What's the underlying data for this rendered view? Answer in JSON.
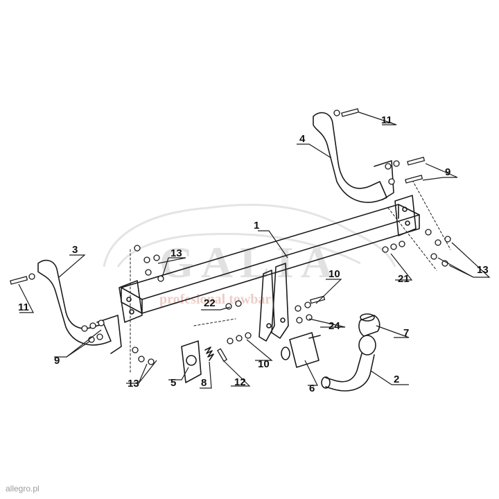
{
  "watermark": {
    "brand": "GALIA",
    "tagline": "profesional towbar"
  },
  "parts": [
    {
      "id": "p1",
      "num": "1"
    },
    {
      "id": "p2",
      "num": "2"
    },
    {
      "id": "p3",
      "num": "3"
    },
    {
      "id": "p4",
      "num": "4"
    },
    {
      "id": "p5",
      "num": "5"
    },
    {
      "id": "p6",
      "num": "6"
    },
    {
      "id": "p7",
      "num": "7"
    },
    {
      "id": "p8",
      "num": "8"
    },
    {
      "id": "p9a",
      "num": "9"
    },
    {
      "id": "p9b",
      "num": "9"
    },
    {
      "id": "p10a",
      "num": "10"
    },
    {
      "id": "p10b",
      "num": "10"
    },
    {
      "id": "p11a",
      "num": "11"
    },
    {
      "id": "p11b",
      "num": "11"
    },
    {
      "id": "p12",
      "num": "12"
    },
    {
      "id": "p13a",
      "num": "13"
    },
    {
      "id": "p13b",
      "num": "13"
    },
    {
      "id": "p13c",
      "num": "13"
    },
    {
      "id": "p21",
      "num": "21"
    },
    {
      "id": "p22",
      "num": "22"
    },
    {
      "id": "p24",
      "num": "24"
    }
  ],
  "footer": {
    "source": "allegro.pl"
  }
}
